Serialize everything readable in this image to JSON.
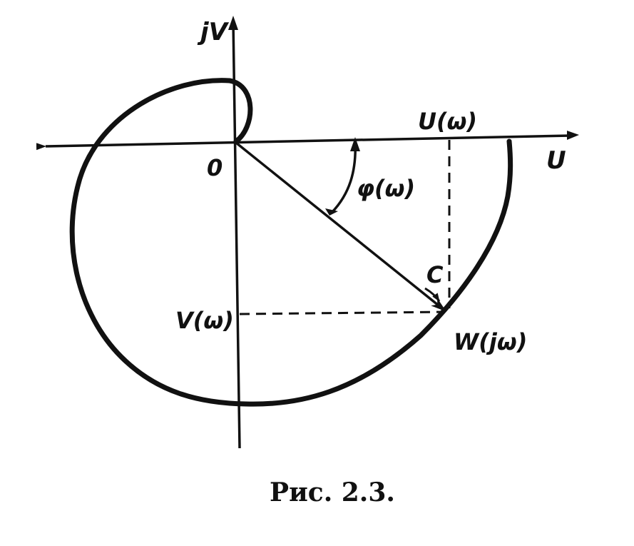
{
  "diagram": {
    "labels": {
      "imag_axis": "jV",
      "real_axis": "U",
      "origin": "0",
      "u_omega": "U(ω)",
      "v_omega": "V(ω)",
      "phase": "φ(ω)",
      "point_c": "C",
      "w_point": "W(jω)"
    },
    "caption": "Рис. 2.3."
  },
  "colors": {
    "ink": "#111111",
    "paper": "#ffffff"
  }
}
